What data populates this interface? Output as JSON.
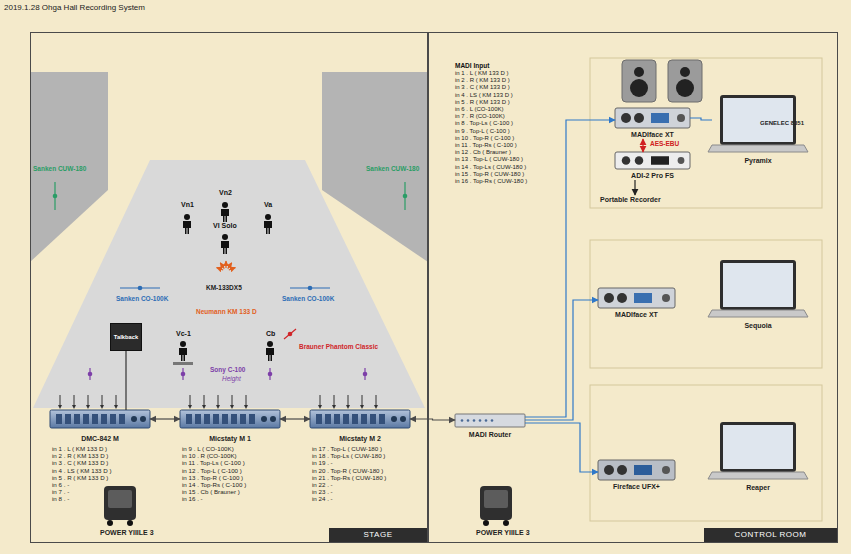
{
  "diagram": {
    "title": "2019.1.28 Ohga Hall Recording System",
    "nodes": [
      {
        "text": [
          "STAGE"
        ]
      },
      {
        "text": [
          "CONTROL ROOM"
        ]
      },
      {
        "text": [
          "Talkback"
        ],
        "in": 0
      },
      {
        "text": [
          "DMC-842 M",
          "in 1 . L ( KM 133 D )",
          "in 2 . R ( KM 133 D )",
          "in 3 . C ( KM 133 D )",
          "in 4 . LS ( KM 133 D )",
          "in 5 . R ( KM 133 D )",
          "in 6 . -",
          "in 7 . -",
          "in 8 . -"
        ],
        "in": 0
      },
      {
        "text": [
          "Micstaty M 1",
          "in 9 . L ( CO-100K)",
          "in 10 . R (CO-100K)",
          "in 11 . Top-Ls ( C-100 )",
          "in 12 . Top-L ( C-100 )",
          "in 13 . Top-R ( C-100 )",
          "in 14 . Top-Rs ( C-100 )",
          "in 15 . Cb ( Brauner )",
          "in 16 . -"
        ],
        "in": 0
      },
      {
        "text": [
          "Micstaty M 2",
          "in 17 . Top-L ( CUW-180 )",
          "in 18 . Top-Ls ( CUW-180 )",
          "in 19 . -",
          "in 20 . Top-R ( CUW-180 )",
          "in 21 . Top-Rs ( CUW-180 )",
          "in 22 . -",
          "in 23 . -",
          "in 24 . -"
        ],
        "in": 0
      },
      {
        "text": [
          "POWER YIIILE 3"
        ],
        "in": 0
      },
      {
        "text": [
          "MADI Router"
        ],
        "in": 1
      },
      {
        "text": [
          "POWER YIIILE 3"
        ],
        "in": 1
      },
      {
        "text": [
          "MADIface XT"
        ],
        "in": 1
      },
      {
        "text": [
          "ADI-2 Pro FS"
        ],
        "in": 1
      },
      {
        "text": [
          "Portable Recorder"
        ],
        "in": 1
      },
      {
        "text": [
          "Pyramix"
        ],
        "in": 1
      },
      {
        "text": [
          "MADIface XT"
        ],
        "in": 1
      },
      {
        "text": [
          "Sequoia"
        ],
        "in": 1
      },
      {
        "text": [
          "Fireface UFX+"
        ],
        "in": 1
      },
      {
        "text": [
          "Reaper"
        ],
        "in": 1
      }
    ],
    "edges": [
      {
        "from": 3,
        "to": 4,
        "arrow": "both"
      },
      {
        "from": 4,
        "to": 5,
        "arrow": "both"
      },
      {
        "from": 5,
        "to": 7,
        "arrow": "both"
      },
      {
        "from": 7,
        "to": 9,
        "arrow": "to"
      },
      {
        "from": 7,
        "to": 13,
        "arrow": "to"
      },
      {
        "from": 7,
        "to": 15,
        "arrow": "to"
      },
      {
        "from": 9,
        "to": 10,
        "label": "AES-EBU",
        "arrow": "both"
      },
      {
        "from": 10,
        "to": 11,
        "arrow": "to"
      },
      {
        "from": 9,
        "to": 12,
        "arrow": "none"
      },
      {
        "from": 2,
        "to": 3,
        "arrow": "none"
      }
    ],
    "labels": [
      "MADI Input",
      "in 1 . L ( KM 133 D )",
      "in 2 . R ( KM 133 D )",
      "in 3 . C ( KM 133 D )",
      "in 4 . LS ( KM 133 D )",
      "in 5 . R ( KM 133 D )",
      "in 6 . L (CO-100K)",
      "in 7 . R (CO-100K)",
      "in 8 . Top-Ls ( C-100 )",
      "in 9 . Top-L ( C-100 )",
      "in 10 . Top-R ( C-100 )",
      "in 11 . Top-Rs ( C-100 )",
      "in 12 . Cb ( Brauner )",
      "in 13 . Top-L ( CUW-180 )",
      "in 14 . Top-Ls ( CUW-180 )",
      "in 15 . Top-R ( CUW-180 )",
      "in 16 . Top-Rs ( CUW-180 )",
      "Sanken CUW-180",
      "Sanken CUW-180",
      "Vn1",
      "Vn2",
      "Va",
      "Vl Solo",
      "KM-133DX5",
      "Neumann KM 133 D",
      "Sanken CO-100K",
      "Sanken CO-100K",
      "Vc-1",
      "Cb",
      "Brauner Phantom Classic",
      "Sony C-100",
      "Height",
      "GENELEC 8351"
    ]
  }
}
